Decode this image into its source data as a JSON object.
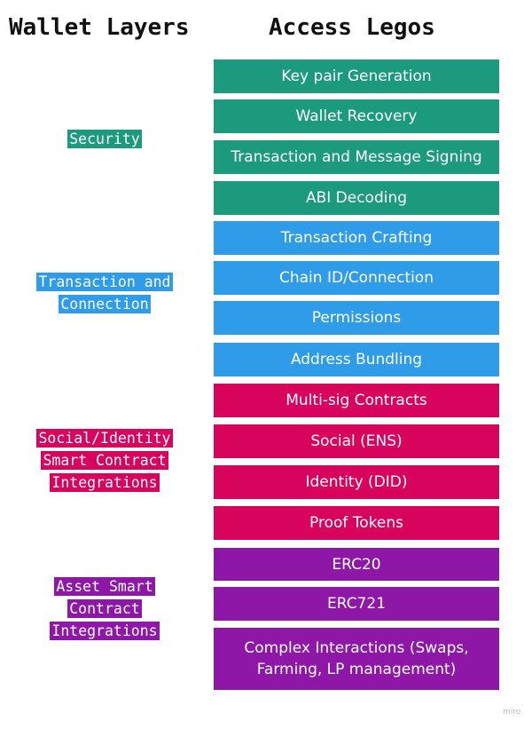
{
  "titles": {
    "left": "Wallet Layers",
    "right": "Access Legos"
  },
  "colors": {
    "security": "#1b9a7e",
    "transaction": "#2e9ce8",
    "social": "#d8035c",
    "asset": "#8f17a8"
  },
  "layers": [
    {
      "label": "Security",
      "group": "security"
    },
    {
      "label": "Transaction and Connection",
      "group": "transaction"
    },
    {
      "label": "Social/Identity Smart Contract Integrations",
      "group": "social"
    },
    {
      "label": "Asset Smart Contract Integrations",
      "group": "asset"
    }
  ],
  "legos": [
    {
      "label": "Key pair Generation",
      "group": "security"
    },
    {
      "label": "Wallet Recovery",
      "group": "security"
    },
    {
      "label": "Transaction and Message Signing",
      "group": "security"
    },
    {
      "label": "ABI Decoding",
      "group": "security"
    },
    {
      "label": "Transaction Crafting",
      "group": "transaction"
    },
    {
      "label": "Chain ID/Connection",
      "group": "transaction"
    },
    {
      "label": "Permissions",
      "group": "transaction"
    },
    {
      "label": "Address Bundling",
      "group": "transaction"
    },
    {
      "label": "Multi-sig Contracts",
      "group": "social"
    },
    {
      "label": "Social (ENS)",
      "group": "social"
    },
    {
      "label": "Identity (DID)",
      "group": "social"
    },
    {
      "label": "Proof Tokens",
      "group": "social"
    },
    {
      "label": "ERC20",
      "group": "asset"
    },
    {
      "label": "ERC721",
      "group": "asset"
    },
    {
      "label": "Complex Interactions (Swaps, Farming, LP management)",
      "group": "asset"
    }
  ],
  "watermark": "miro"
}
